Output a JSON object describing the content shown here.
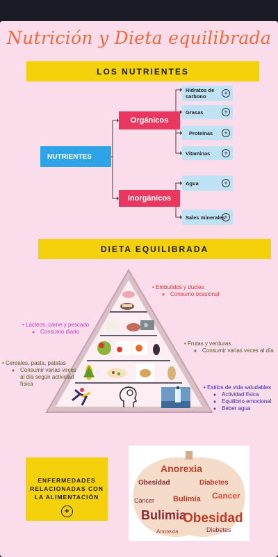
{
  "title": "Nutrición y Dieta equilibrada",
  "sections": {
    "nutrients_header": "LOS NUTRIENTES",
    "diet_header": "DIETA EQUILIBRADA"
  },
  "nutrients": {
    "tag": "es",
    "root": "NUTRIENTES",
    "organic": {
      "label": "Orgánicos",
      "items": [
        "Hidratos de carbono",
        "Grasas",
        "Proteínas",
        "Vitaminas"
      ]
    },
    "inorganic": {
      "label": "Inorgánicos",
      "items": [
        "Agua",
        "Sales minerales"
      ]
    },
    "plus_symbol": "+"
  },
  "pyramid": {
    "top": {
      "head": "Embutidos y ducles",
      "sub": [
        "Consumo ocasional"
      ],
      "color": "#d23b3b"
    },
    "dairy": {
      "head": "Lácteos, carne y pescado",
      "sub": [
        "Consumo diario"
      ],
      "color": "#c43ad0"
    },
    "fruits": {
      "head": "Frutas y verduras",
      "sub": [
        "Consumir varias veces al día"
      ],
      "color": "#5a5a2a"
    },
    "cereals": {
      "head": "Cereales, pasta, patatas",
      "sub": [
        "Consumir varias veces al día según actividad física"
      ],
      "color": "#5a5a2a"
    },
    "lifestyle": {
      "head": "Estilos de vida saludables",
      "sub": [
        "Actividad física",
        "Equilibrio emocional",
        "Beber agua"
      ],
      "color": "#3b1fb8"
    }
  },
  "diseases": {
    "label_lines": [
      "ENFERMEDADES",
      "RELACIONADAS CON",
      "LA ALIMENTACIÓN"
    ],
    "cloud_words": [
      "Anorexia",
      "Obesidad",
      "Diabetes",
      "Cancer",
      "Bulimia",
      "Obesidad",
      "Cáncer",
      "Bulimia",
      "Diabetes",
      "Anorexia"
    ]
  }
}
